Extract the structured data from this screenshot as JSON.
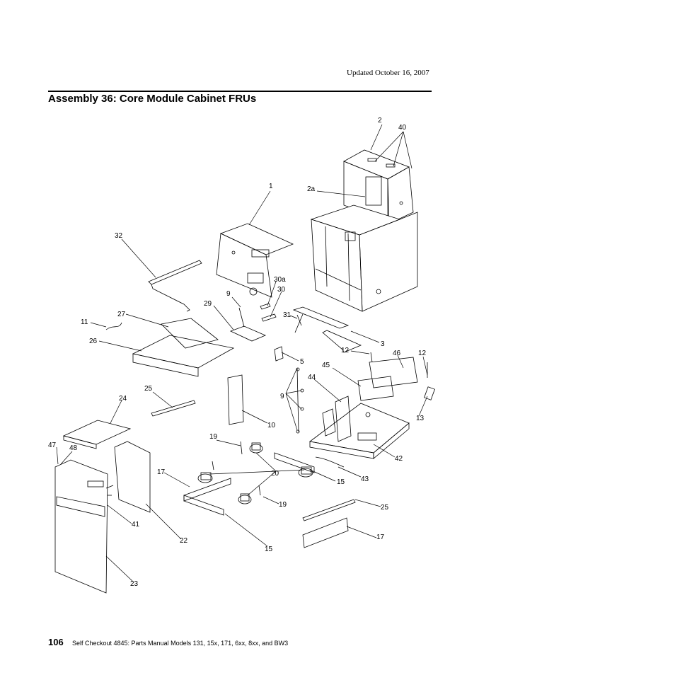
{
  "header": {
    "updated": "Updated October 16, 2007"
  },
  "title": "Assembly 36: Core Module Cabinet FRUs",
  "callouts": [
    "2",
    "40",
    "1",
    "2a",
    "32",
    "9",
    "30a",
    "30",
    "29",
    "31",
    "3",
    "11",
    "27",
    "26",
    "5",
    "12",
    "46",
    "12",
    "45",
    "44",
    "9",
    "25",
    "24",
    "10",
    "13",
    "42",
    "19",
    "47",
    "48",
    "20",
    "43",
    "17",
    "15",
    "19",
    "25",
    "41",
    "22",
    "15",
    "17",
    "23"
  ],
  "footer": {
    "page_number": "106",
    "text": "Self Checkout 4845:  Parts Manual Models 131, 15x, 171, 6xx, 8xx, and BW3"
  }
}
